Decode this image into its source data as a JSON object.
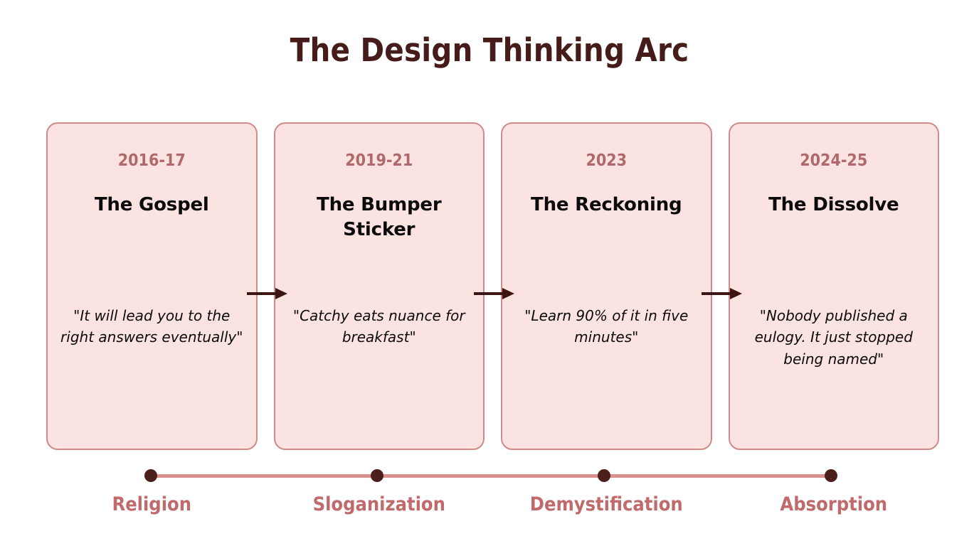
{
  "title": "The Design Thinking Arc",
  "theme": {
    "background": "#ffffff",
    "title_color": "#451c19",
    "card_fill": "#fbe3e2",
    "card_border": "#d08a8a",
    "era_color": "#b0696b",
    "heading_color": "#0b0b0b",
    "quote_color": "#0b0b0b",
    "timeline_line": "#d9918f",
    "timeline_dot": "#4a1f1c",
    "timeline_label": "#c06a6c",
    "arrow_color": "#3d1512"
  },
  "stages": [
    {
      "era": "2016-17",
      "heading": "The Gospel",
      "quote": "\"It will lead you to the right answers eventually\"",
      "phase": "Religion"
    },
    {
      "era": "2019-21",
      "heading": "The Bumper Sticker",
      "quote": "\"Catchy eats nuance for breakfast\"",
      "phase": "Sloganization"
    },
    {
      "era": "2023",
      "heading": "The Reckoning",
      "quote": "\"Learn 90% of it in five minutes\"",
      "phase": "Demystification"
    },
    {
      "era": "2024-25",
      "heading": "The Dissolve",
      "quote": "\"Nobody published a eulogy. It just stopped being named\"",
      "phase": "Absorption"
    }
  ],
  "connectors": [
    {
      "name": "arrow-1-to-2"
    },
    {
      "name": "arrow-2-to-3"
    },
    {
      "name": "arrow-3-to-4"
    }
  ]
}
